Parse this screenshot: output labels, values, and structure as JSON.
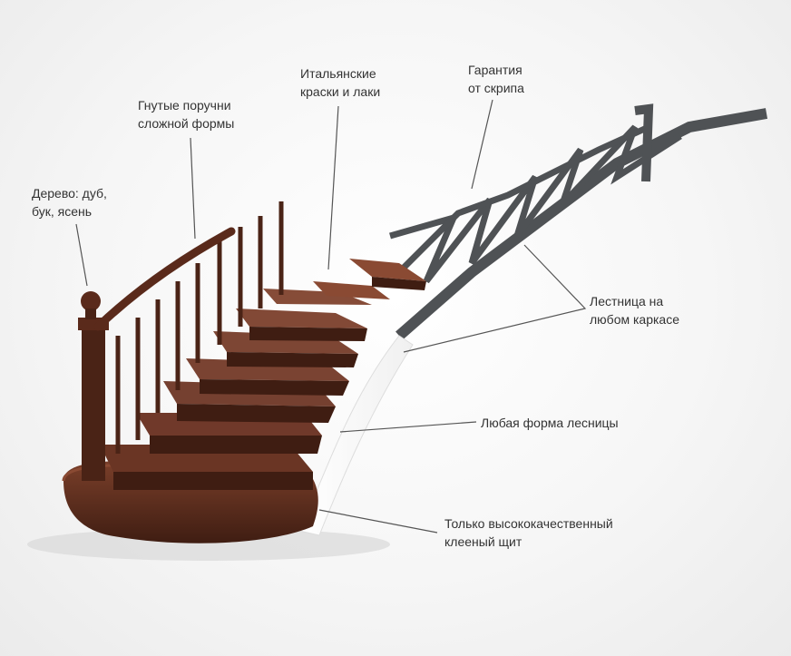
{
  "colors": {
    "wood_dark": "#3f1d12",
    "wood_mid": "#6a3524",
    "wood_light": "#8a4a33",
    "metal": "#55585b",
    "leader_line": "#555555",
    "text": "#333333"
  },
  "callouts": [
    {
      "id": "wood",
      "lines": [
        "Дерево: дуб,",
        "бук, ясень"
      ]
    },
    {
      "id": "handrail",
      "lines": [
        "Гнутые поручни",
        "сложной формы"
      ]
    },
    {
      "id": "paints",
      "lines": [
        "Итальянские",
        "краски и лаки"
      ]
    },
    {
      "id": "warranty",
      "lines": [
        "Гарантия",
        "от скрипа"
      ]
    },
    {
      "id": "frame",
      "lines": [
        "Лестница на",
        "любом каркасе"
      ]
    },
    {
      "id": "shape",
      "lines": [
        "Любая форма лесницы"
      ]
    },
    {
      "id": "panel",
      "lines": [
        "Только высококачественный",
        "клееный щит"
      ]
    }
  ]
}
